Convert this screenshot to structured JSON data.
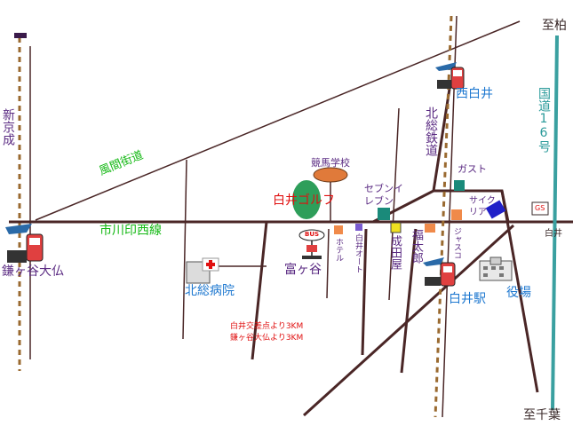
{
  "title": "",
  "railways": {
    "shin_keisei": "新京成",
    "hokuso": "北総鉄道",
    "ichikawa_inzai": "市川印西線"
  },
  "roads": {
    "kazama_kaido": "風間街道",
    "route16": "国道16号",
    "to_kashiwa": "至柏",
    "to_chiba": "至千葉",
    "shiroi_crossing": "白井",
    "gas_station": "GS"
  },
  "stations": {
    "kamagaya_daibutsu": "鎌ヶ谷大仏",
    "nishi_shiroi": "西白井",
    "shiroi": "白井駅"
  },
  "landmarks": {
    "keiba_gakko": "競馬学校",
    "shiroi_golf": "白井ゴルフ",
    "seven_eleven": "セブンイレブン",
    "gusto": "ガスト",
    "cycle_ria": "サイクリア",
    "hotel": "ホテル",
    "shiroi_auto": "白井オート",
    "naritaya": "成田屋",
    "fukutaro": "福太郎",
    "jusco": "ジャスコ",
    "hokuso_hospital": "北総病院",
    "tomigaya": "富ヶ谷",
    "yakuba": "役場",
    "bus": "BUS"
  },
  "notes": {
    "line1": "白井交差点より3KM",
    "line2": "鎌ヶ谷大仏より3KM"
  },
  "colors": {
    "road": "#4a2626",
    "route16": "#3aa0a0",
    "green_label": "#13b813",
    "blue_label": "#1e78d0",
    "purple_label": "#5a2a82",
    "red_label": "#e01010",
    "golf_green": "#2e9e5a",
    "keiba_orange": "#e07a3a",
    "seven_teal": "#1a8a7a"
  }
}
